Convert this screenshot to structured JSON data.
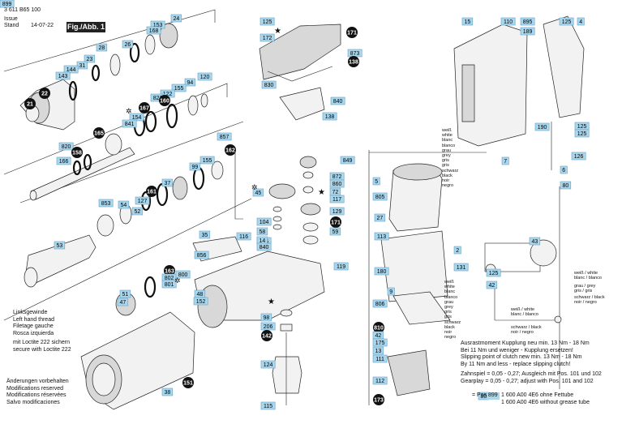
{
  "header": {
    "doc_number": "3 611 B65 100",
    "issue_label": "Issue\nStand",
    "issue_date": "14-07-22",
    "figure_label": "Fig./Abb. 1"
  },
  "notes": {
    "left_hand_thread": "Linksgewinde\nLeft hand thread\nFiletage gauche\nRosca izquierda",
    "loctite": "mit Loctite 222 sichern\nsecure with Loctite 222",
    "modifications": "Änderungen vorbehalten\nModifications reserved\nModifications réservées\nSalvo modificaciones",
    "clutch": "Ausrastmoment Kupplung neu min. 13 Nm - 18 Nm\nBei 11 Nm und weniger - Kupplung ersetzen!\nSlipping point of clutch new min. 13 Nm - 18 Nm\nBy 11 Nm and less - replace slipping clutch!",
    "play": "Zahnspiel = 0,05 - 0,27; Ausgleich mit Pos. 101 und 102\nGearplay = 0,05 - 0,27; adjust with Pos. 101 and 102",
    "pos899_prefix": "= Pos.",
    "pos899_number": "899",
    "pos899_text": "1 600 A00 4E6 ohne Fettube\n1 600 A00 4E6 without grease tube",
    "wire_white": "weiß / white\nblanc / blanco",
    "wire_grey": "grau / grey\ngris / gris",
    "wire_black": "schwarz / black\nnoir / negro",
    "wire_white2": "weiß / white\nblanc / blanco",
    "wire_black2": "schwarz / black\nnoir / negro",
    "wire_labels_motor": "weiß\nwhite\nblanc\nblanco\ngrau\ngrey\ngris\ngris\nschwarz\nblack\nnoir\nnegro",
    "wire_labels_center": "weiß\nwhite\nblanc\nblanco\ngrau\ngrey\ngris\ngris\nschwarz\nblack\nnoir\nnegro"
  },
  "parts": [
    {
      "n": "24",
      "dark": false
    },
    {
      "n": "153",
      "dark": false
    },
    {
      "n": "168",
      "dark": false
    },
    {
      "n": "26",
      "dark": false
    },
    {
      "n": "28",
      "dark": false
    },
    {
      "n": "23",
      "dark": false
    },
    {
      "n": "31",
      "dark": false
    },
    {
      "n": "144",
      "dark": false
    },
    {
      "n": "143",
      "dark": false
    },
    {
      "n": "22",
      "dark": true
    },
    {
      "n": "21",
      "dark": true
    },
    {
      "n": "120",
      "dark": false
    },
    {
      "n": "94",
      "dark": false
    },
    {
      "n": "155",
      "dark": false
    },
    {
      "n": "122",
      "dark": false
    },
    {
      "n": "821",
      "dark": false
    },
    {
      "n": "167",
      "dark": true
    },
    {
      "n": "160",
      "dark": true
    },
    {
      "n": "154",
      "dark": false
    },
    {
      "n": "841",
      "dark": false
    },
    {
      "n": "165",
      "dark": true
    },
    {
      "n": "820",
      "dark": false
    },
    {
      "n": "158",
      "dark": true
    },
    {
      "n": "166",
      "dark": false
    },
    {
      "n": "857",
      "dark": false
    },
    {
      "n": "162",
      "dark": true
    },
    {
      "n": "155",
      "dark": false
    },
    {
      "n": "99",
      "dark": false
    },
    {
      "n": "37",
      "dark": false
    },
    {
      "n": "127",
      "dark": false
    },
    {
      "n": "161",
      "dark": true
    },
    {
      "n": "853",
      "dark": false
    },
    {
      "n": "54",
      "dark": false
    },
    {
      "n": "52",
      "dark": false
    },
    {
      "n": "53",
      "dark": false
    },
    {
      "n": "35",
      "dark": false
    },
    {
      "n": "856",
      "dark": false
    },
    {
      "n": "163",
      "dark": true
    },
    {
      "n": "802",
      "dark": false
    },
    {
      "n": "801",
      "dark": false
    },
    {
      "n": "800",
      "dark": false
    },
    {
      "n": "51",
      "dark": false
    },
    {
      "n": "47",
      "dark": false
    },
    {
      "n": "48",
      "dark": false
    },
    {
      "n": "152",
      "dark": false
    },
    {
      "n": "151",
      "dark": true
    },
    {
      "n": "38",
      "dark": false
    },
    {
      "n": "125",
      "dark": false
    },
    {
      "n": "172",
      "dark": false
    },
    {
      "n": "171",
      "dark": true
    },
    {
      "n": "873",
      "dark": false
    },
    {
      "n": "138",
      "dark": true
    },
    {
      "n": "830",
      "dark": false
    },
    {
      "n": "840",
      "dark": false
    },
    {
      "n": "138",
      "dark": false
    },
    {
      "n": "849",
      "dark": false
    },
    {
      "n": "45",
      "dark": false
    },
    {
      "n": "872",
      "dark": false
    },
    {
      "n": "860",
      "dark": false
    },
    {
      "n": "72",
      "dark": false
    },
    {
      "n": "117",
      "dark": false
    },
    {
      "n": "129",
      "dark": false
    },
    {
      "n": "171",
      "dark": true
    },
    {
      "n": "59",
      "dark": false
    },
    {
      "n": "104",
      "dark": false
    },
    {
      "n": "58",
      "dark": false
    },
    {
      "n": "116",
      "dark": false
    },
    {
      "n": "116",
      "dark": false
    },
    {
      "n": "14",
      "dark": false
    },
    {
      "n": "840",
      "dark": false
    },
    {
      "n": "119",
      "dark": false
    },
    {
      "n": "98",
      "dark": false
    },
    {
      "n": "206",
      "dark": false
    },
    {
      "n": "142",
      "dark": true
    },
    {
      "n": "124",
      "dark": false
    },
    {
      "n": "115",
      "dark": false
    },
    {
      "n": "15",
      "dark": false
    },
    {
      "n": "110",
      "dark": false
    },
    {
      "n": "895",
      "dark": false
    },
    {
      "n": "189",
      "dark": false
    },
    {
      "n": "125",
      "dark": false
    },
    {
      "n": "4",
      "dark": false
    },
    {
      "n": "190",
      "dark": false
    },
    {
      "n": "125",
      "dark": false
    },
    {
      "n": "125",
      "dark": false
    },
    {
      "n": "126",
      "dark": false
    },
    {
      "n": "7",
      "dark": false
    },
    {
      "n": "6",
      "dark": false
    },
    {
      "n": "80",
      "dark": false
    },
    {
      "n": "5",
      "dark": false
    },
    {
      "n": "805",
      "dark": false
    },
    {
      "n": "27",
      "dark": false
    },
    {
      "n": "113",
      "dark": false
    },
    {
      "n": "2",
      "dark": false
    },
    {
      "n": "131",
      "dark": false
    },
    {
      "n": "180",
      "dark": false
    },
    {
      "n": "9",
      "dark": false
    },
    {
      "n": "806",
      "dark": false
    },
    {
      "n": "810",
      "dark": true
    },
    {
      "n": "42",
      "dark": false
    },
    {
      "n": "175",
      "dark": false
    },
    {
      "n": "13",
      "dark": false
    },
    {
      "n": "111",
      "dark": false
    },
    {
      "n": "112",
      "dark": false
    },
    {
      "n": "173",
      "dark": true
    },
    {
      "n": "43",
      "dark": false
    },
    {
      "n": "125",
      "dark": false
    },
    {
      "n": "42",
      "dark": false
    },
    {
      "n": "80",
      "dark": false
    },
    {
      "n": "4",
      "dark": false
    },
    {
      "n": "899",
      "dark": false
    }
  ]
}
